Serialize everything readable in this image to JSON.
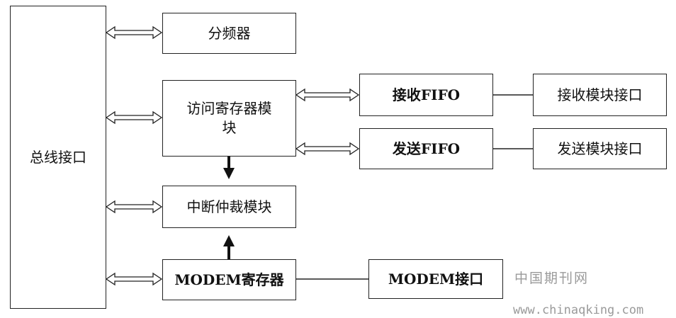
{
  "nodes": {
    "bus_interface": "总线接口",
    "divider": "分频器",
    "access_register_l1": "访问寄存器模",
    "access_register_l2": "块",
    "interrupt_arbiter": "中断仲裁模块",
    "modem_register": "MODEM寄存器",
    "rx_fifo": "接收FIFO",
    "tx_fifo": "发送FIFO",
    "rx_interface": "接收模块接口",
    "tx_interface": "发送模块接口",
    "modem_interface": "MODEM接口"
  },
  "watermark": {
    "name": "中国期刊网",
    "url": "www.chinaqking.com"
  },
  "colors": {
    "line": "#222222",
    "watermark": "#9a9a9a"
  }
}
